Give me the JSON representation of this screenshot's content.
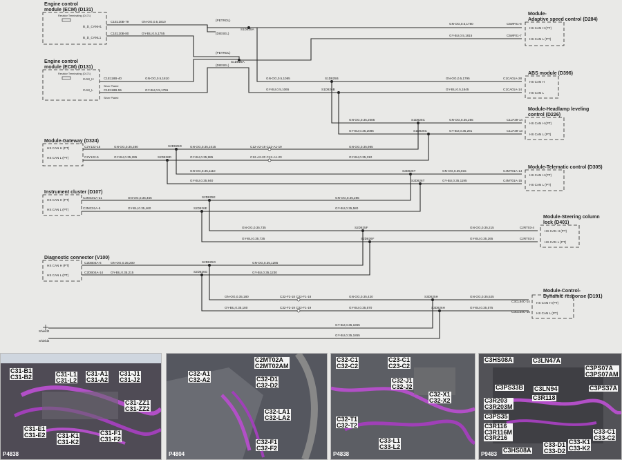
{
  "modules": {
    "ecm1": {
      "title": "Engine control",
      "title2": "module (ECM) (D131)",
      "resistor": "Resistor Terminating (D171)",
      "pin_h": "B_D_CANH1",
      "pin_l": "B_D_CANL1",
      "conn_h": "C1E120B-79",
      "conn_l": "C1E120B-80",
      "wire_h": "GN-OG,0.5,1810",
      "wire_l": "GY-BU,0.5,1755",
      "petrol": "PETROL",
      "diesel": "DIESEL"
    },
    "ecm2": {
      "title": "Engine control",
      "title2": "module (ECM) (D131)",
      "resistor": "Resistor Terminating (D171)",
      "pin_h": "CAN_H",
      "pin_l": "CAN_L",
      "conn_h": "C1E118B-40",
      "conn_l": "C1E118B-55",
      "note_h": "Silver Plated",
      "note_l": "Silver Plated",
      "wire_h": "GN-OG,0.5,1810",
      "wire_l": "GY-BU,0.5,1755",
      "petrol": "PETROL",
      "diesel": "DIESEL"
    },
    "asc": {
      "title": "Module-",
      "title2": "Adaptive speed control (D284)",
      "pin_h": "HS CAN H (PT)",
      "pin_l": "HS CAN L (PT)",
      "conn_h": "C5MF01-8",
      "conn_l": "C5MF01-7",
      "wire_h": "GN-OG,0.5,1780",
      "wire_l": "GY-BU,0.5,1815"
    },
    "abs": {
      "title": "ABS module (D396)",
      "pin_h": "HS CAN H",
      "pin_l": "HS CAN L",
      "conn_h": "C1CA01A-28",
      "conn_l": "C1CA01A-14",
      "wire_h": "GN-OG,0.5,1795",
      "wire_l": "GY-BU,0.5,1845"
    },
    "headlamp": {
      "title": "Module-Headlamp leveling",
      "title2": "control (D226)",
      "pin_h": "HS CAN H (PT)",
      "pin_l": "HS CAN L (PT)",
      "conn_h": "C1LF39-14",
      "conn_l": "C1LF39-13",
      "wire_h": "GN-OG,0.35,255",
      "wire_l": "GY-BU,0.35,281"
    },
    "gateway": {
      "title": "Module-Gateway (D324)",
      "pin_h": "HS CAN H (PT)",
      "pin_l": "HS CAN L (PT)",
      "conn_h": "C2Y122-15",
      "conn_l": "C2Y122-5",
      "wire_h": "GN-OG,0.35,280",
      "wire_l": "GY-BU,0.35,285"
    },
    "telematic": {
      "title": "Module-Telematic control (D305)",
      "pin_h": "HS CAN H (PT)",
      "pin_l": "HS CAN L (PT)",
      "conn_h": "C4MT01A-14",
      "conn_l": "C4MT01A-15",
      "wire_h": "GN-OG,0.35,815",
      "wire_l": "GY-BU,0.35,1195"
    },
    "cluster": {
      "title": "Instrument cluster (D107)",
      "pin_h": "HS CAN H (PT)",
      "pin_l": "HS CAN L (PT)",
      "conn_h": "C2MC01A-21",
      "conn_l": "C2MC01A-5",
      "wire_h": "GN-OG,0.35,455",
      "wire_l": "GY-BU,0.35,460"
    },
    "steering": {
      "title": "Module-Steering column",
      "title2": "lock (D401)",
      "pin_h": "HS CAN H (PT)",
      "pin_l": "HS CAN L (PT)",
      "conn_h": "C2RT03-4",
      "conn_l": "C2RT03-3",
      "wire_h": "GN-OG,0.35,215",
      "wire_l": "GY-BU,0.35,265"
    },
    "diag": {
      "title": "Diagnostic connector (V100)",
      "pin_h": "HS CAN H (PT)",
      "pin_l": "HS CAN L (PT)",
      "conn_h": "C2DB04A-6",
      "conn_l": "C2DB04A-14",
      "wire_h": "GN-OG,0.35,200",
      "wire_l": "GY-BU,0.35,215"
    },
    "dynamic": {
      "title": "Module-Control-",
      "title2": "Dynamic response (D191)",
      "pin_h": "HS CAN H (PT)",
      "pin_l": "HS CAN L (PT)",
      "conn_h": "C3CL54C-14",
      "conn_l": "C3CL54C-15",
      "wire_h": "GN-OG,0.35,525",
      "wire_l": "GY-BU,0.35,575"
    }
  },
  "splices": {
    "s25a": "S1D825A",
    "s26a": "S1D826A",
    "s25b": "S1D825B",
    "s26b": "S1D826B",
    "s25c": "S1D825C",
    "s26c": "S1D826C",
    "s25d": "S2D825D",
    "s26d": "S2D826D",
    "s25e": "S2D825E",
    "s26e": "S2D826E",
    "s25f": "S2D825F",
    "s26f": "S2D826F",
    "s25g": "S2D825G",
    "s26g": "S2D826G",
    "s25h": "S3D825H",
    "s26h": "S3D826H",
    "s25t": "S2D825T",
    "s26t": "S2D826T"
  },
  "wires": {
    "w1": "GN-OG,0.5,1085",
    "w2": "GY-BU,0.5,1065",
    "w3": "GN-OG,0.35,2085",
    "w4": "GY-BU,0.35,2085",
    "w5": "GN-OG,0.35,1015",
    "w6": "GY-BU,0.35,985",
    "w7": "GN-OG,0.35,985",
    "w8": "GY-BU,0.35,310",
    "w9": "GN-OG,0.35,1110",
    "w10": "GY-BU,0.35,940",
    "w11": "GN-OG,0.35,285",
    "w12": "GY-BU,0.35,580",
    "w13": "GN-OG,0.35,735",
    "w14": "GY-BU,0.35,735",
    "w15": "GN-OG,0.35,1285",
    "w16": "GY-BU,0.35,1230",
    "w17": "GN-OG,0.35,180",
    "w18": "GY-BU,0.35,180",
    "w19": "GN-OG,0.35,420",
    "w20": "GY-BU,0.35,570",
    "w21": "GY-BU,0.35,1855",
    "w22": "GY-BU,0.35,1855",
    "inline1": "C12-A2-19 C12-A1-19",
    "inline2": "C12-A2-20 C12-A1-20",
    "inline3": "C32-F2-18 C32-F1-18",
    "inline4": "C32-F2-19 C32-F1-19"
  },
  "shields": {
    "s1": "Shield2",
    "s2": "Shield2"
  },
  "photos": [
    {
      "code": "P4838",
      "labels": [
        "C31-B1",
        "C31-B2",
        "C31-L1",
        "C31-L2",
        "C31-A1",
        "C31-A2",
        "C31-J1",
        "C31-J2",
        "C31-ZZ1",
        "C31-ZZ2",
        "C31-E1",
        "C31-E2",
        "C31-K1",
        "C31-K2",
        "C31-F1",
        "C31-F2"
      ]
    },
    {
      "code": "P4804",
      "labels": [
        "C2MT02A",
        "C2MT02AM",
        "C32-A1",
        "C32-A2",
        "C32-D1",
        "C32-D2",
        "C32-LA1",
        "C32-LA2",
        "C32-F1",
        "C32-F2"
      ]
    },
    {
      "code": "P4838",
      "labels": [
        "C32-C1",
        "C32-C2",
        "C23-C1",
        "C23-C2",
        "C32-J1",
        "C32-J2",
        "C32-X1",
        "C32-X2",
        "C32-T1",
        "C32-T2",
        "C33-L1",
        "C33-L2"
      ]
    },
    {
      "code": "P9483",
      "labels": [
        "C3HS08A",
        "C3LN47A",
        "C3PS07A",
        "C3PS07AM",
        "C3PS33B",
        "C3LN94",
        "C3PS37A",
        "C3R118",
        "C3R203",
        "C3R203M",
        "C3PS35",
        "C3R116",
        "C3R116M",
        "C3R216",
        "C3HS08A",
        "C33-D1",
        "C33-D2",
        "C33-K1",
        "C33-K2",
        "C33-C1",
        "C33-C2"
      ]
    }
  ],
  "colors": {
    "photo_bg1": "#5a5560",
    "photo_bg2": "#4d4f57",
    "photo_bg3": "#5c5e64",
    "photo_bg4": "#525257",
    "wire_purple": "#b24fc7"
  }
}
